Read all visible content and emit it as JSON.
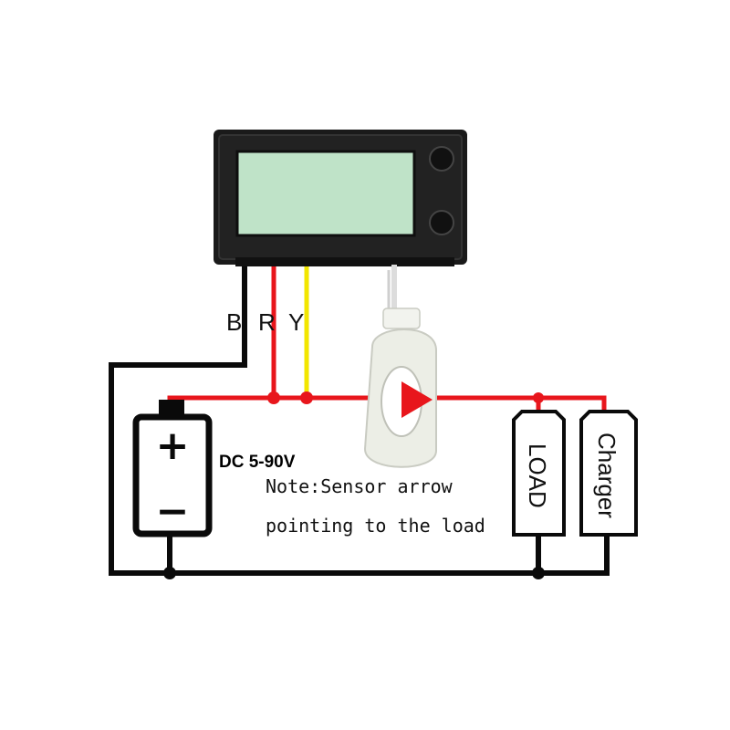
{
  "wire_labels": {
    "black": "B",
    "red": "R",
    "yellow": "Y"
  },
  "battery": {
    "voltage_label": "DC 5-90V",
    "plus_symbol": "+",
    "minus_symbol": "−"
  },
  "note": {
    "line1": "Note:Sensor arrow",
    "line2": "pointing to the load"
  },
  "load_label": "LOAD",
  "charger_label": "Charger",
  "colors": {
    "red_wire": "#e8161c",
    "yellow_wire": "#f2e600",
    "black_wire": "#0a0a0a",
    "lcd_screen": "#bfe3c8",
    "meter_body": "#1a1a1a",
    "sensor_body": "#eceee6"
  }
}
